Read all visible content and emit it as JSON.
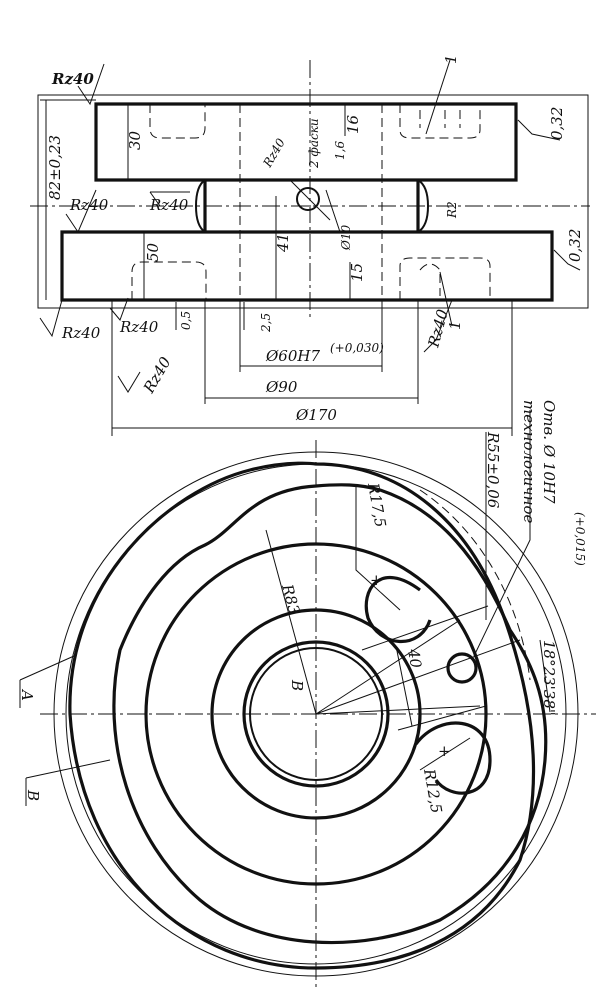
{
  "drawing": {
    "callouts": {
      "item1_top": "1",
      "item1_bottom": "1",
      "view_b_label": "B",
      "curve_a_label": "A",
      "curve_b_label": "B"
    },
    "roughness": {
      "rz40_corner": "Rz40",
      "rz40_mid_left": "Rz40",
      "rz40_mid": "Rz40",
      "rz40_bottom_left": "Rz40",
      "rz40_bottom": "Rz40",
      "rz40_below": "Rz40",
      "rz40_right": "Rz40",
      "rz40_hole": "Rz40",
      "ra_top_right": "0,32",
      "ra_mid_right": "0,32"
    },
    "dimensions": {
      "height": "82±0,23",
      "top_flange": "30",
      "bottom_flange": "50",
      "bore_depth": "41",
      "depth_16": "16",
      "depth_15": "15",
      "chamfer_1_6": "1,6",
      "chamfers": "2 фаски",
      "radius_r2": "R2",
      "hole_dia": "Ø10",
      "step_0_5": "0,5",
      "step_2_5": "2,5",
      "bore_fit": "Ø60H7",
      "bore_tol": "(+0,030)",
      "dia_90": "Ø90",
      "dia_170": "Ø170",
      "r83": "R83",
      "r17_5": "R17,5",
      "r12_5": "R12,5",
      "r55": "R55±0,06",
      "dim_40": "40",
      "angle": "18°23'38\""
    },
    "notes": {
      "hole_note_1": "Отв. Ø 10H7",
      "hole_note_tol": "(+0,015)",
      "hole_note_2": "технологичное"
    }
  }
}
